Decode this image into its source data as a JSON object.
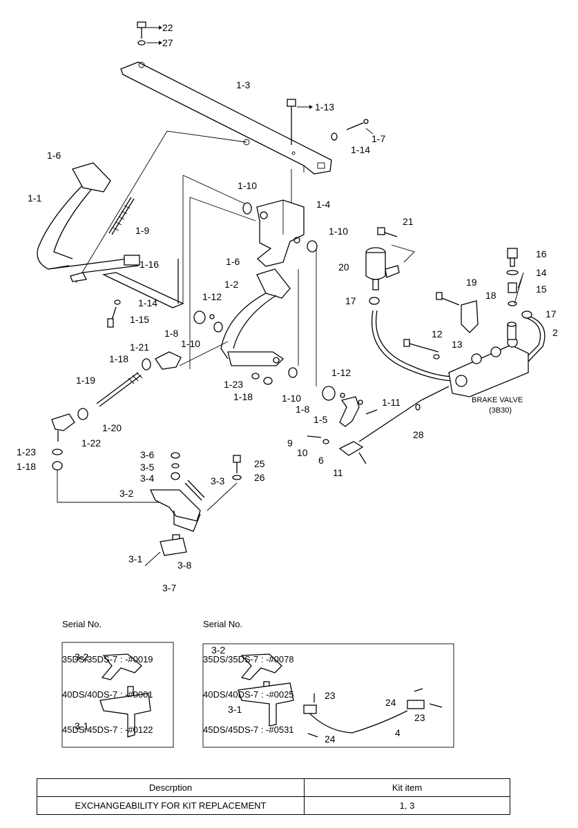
{
  "callouts": [
    {
      "id": "c-22",
      "text": "22"
    },
    {
      "id": "c-27",
      "text": "27"
    },
    {
      "id": "c-1-3",
      "text": "1-3"
    },
    {
      "id": "c-1-13",
      "text": "1-13"
    },
    {
      "id": "c-1-7",
      "text": "1-7"
    },
    {
      "id": "c-1-14a",
      "text": "1-14"
    },
    {
      "id": "c-1-6a",
      "text": "1-6"
    },
    {
      "id": "c-1-1",
      "text": "1-1"
    },
    {
      "id": "c-1-9",
      "text": "1-9"
    },
    {
      "id": "c-1-10a",
      "text": "1-10"
    },
    {
      "id": "c-1-4",
      "text": "1-4"
    },
    {
      "id": "c-1-10b",
      "text": "1-10"
    },
    {
      "id": "c-21",
      "text": "21"
    },
    {
      "id": "c-16",
      "text": "16"
    },
    {
      "id": "c-20",
      "text": "20"
    },
    {
      "id": "c-14",
      "text": "14"
    },
    {
      "id": "c-15",
      "text": "15"
    },
    {
      "id": "c-1-16",
      "text": "1-16"
    },
    {
      "id": "c-1-6b",
      "text": "1-6"
    },
    {
      "id": "c-19",
      "text": "19"
    },
    {
      "id": "c-18",
      "text": "18"
    },
    {
      "id": "c-17a",
      "text": "17"
    },
    {
      "id": "c-17b",
      "text": "17"
    },
    {
      "id": "c-1-14b",
      "text": "1-14"
    },
    {
      "id": "c-1-2",
      "text": "1-2"
    },
    {
      "id": "c-1-12a",
      "text": "1-12"
    },
    {
      "id": "c-1-15",
      "text": "1-15"
    },
    {
      "id": "c-1-8a",
      "text": "1-8"
    },
    {
      "id": "c-12",
      "text": "12"
    },
    {
      "id": "c-2",
      "text": "2"
    },
    {
      "id": "c-13",
      "text": "13"
    },
    {
      "id": "c-1-10c",
      "text": "1-10"
    },
    {
      "id": "c-1-21",
      "text": "1-21"
    },
    {
      "id": "c-1-18a",
      "text": "1-18"
    },
    {
      "id": "c-1-19",
      "text": "1-19"
    },
    {
      "id": "c-1-12b",
      "text": "1-12"
    },
    {
      "id": "c-1-23a",
      "text": "1-23"
    },
    {
      "id": "c-1-18b",
      "text": "1-18"
    },
    {
      "id": "c-1-10d",
      "text": "1-10"
    },
    {
      "id": "c-1-8b",
      "text": "1-8"
    },
    {
      "id": "c-1-11",
      "text": "1-11"
    },
    {
      "id": "c-1-5",
      "text": "1-5"
    },
    {
      "id": "c-28",
      "text": "28"
    },
    {
      "id": "c-1-20",
      "text": "1-20"
    },
    {
      "id": "c-1-22",
      "text": "1-22"
    },
    {
      "id": "c-9",
      "text": "9"
    },
    {
      "id": "c-10",
      "text": "10"
    },
    {
      "id": "c-6",
      "text": "6"
    },
    {
      "id": "c-11",
      "text": "11"
    },
    {
      "id": "c-1-23b",
      "text": "1-23"
    },
    {
      "id": "c-1-18c",
      "text": "1-18"
    },
    {
      "id": "c-3-6",
      "text": "3-6"
    },
    {
      "id": "c-25",
      "text": "25"
    },
    {
      "id": "c-3-5",
      "text": "3-5"
    },
    {
      "id": "c-3-4",
      "text": "3-4"
    },
    {
      "id": "c-26",
      "text": "26"
    },
    {
      "id": "c-3-3",
      "text": "3-3"
    },
    {
      "id": "c-3-2a",
      "text": "3-2"
    },
    {
      "id": "c-3-1a",
      "text": "3-1"
    },
    {
      "id": "c-3-8",
      "text": "3-8"
    },
    {
      "id": "c-3-7",
      "text": "3-7"
    },
    {
      "id": "c-3-2b",
      "text": "3-2"
    },
    {
      "id": "c-3-1b",
      "text": "3-1"
    },
    {
      "id": "c-3-2c",
      "text": "3-2"
    },
    {
      "id": "c-23a",
      "text": "23"
    },
    {
      "id": "c-24a",
      "text": "24"
    },
    {
      "id": "c-3-1c",
      "text": "3-1"
    },
    {
      "id": "c-23b",
      "text": "23"
    },
    {
      "id": "c-4",
      "text": "4"
    },
    {
      "id": "c-24b",
      "text": "24"
    }
  ],
  "brake_valve": {
    "name": "BRAKE VALVE",
    "code": "(3B30)"
  },
  "inset_left": {
    "title": "Serial No.",
    "lines": [
      "35DS/35DS-7 : -#0019",
      "40DS/40DS-7 : -#0001",
      "45DS/45DS-7 : -#0122"
    ]
  },
  "inset_right": {
    "title": "Serial No.",
    "lines": [
      "35DS/35DS-7 : -#0078",
      "40DS/40DS-7 : -#0025",
      "45DS/45DS-7 : -#0531"
    ]
  },
  "kit_table": {
    "header": {
      "description": "Descrption",
      "kit_item": "Kit item"
    },
    "rows": [
      {
        "description": "EXCHANGEABILITY FOR KIT REPLACEMENT",
        "kit_item": "1, 3"
      }
    ]
  }
}
